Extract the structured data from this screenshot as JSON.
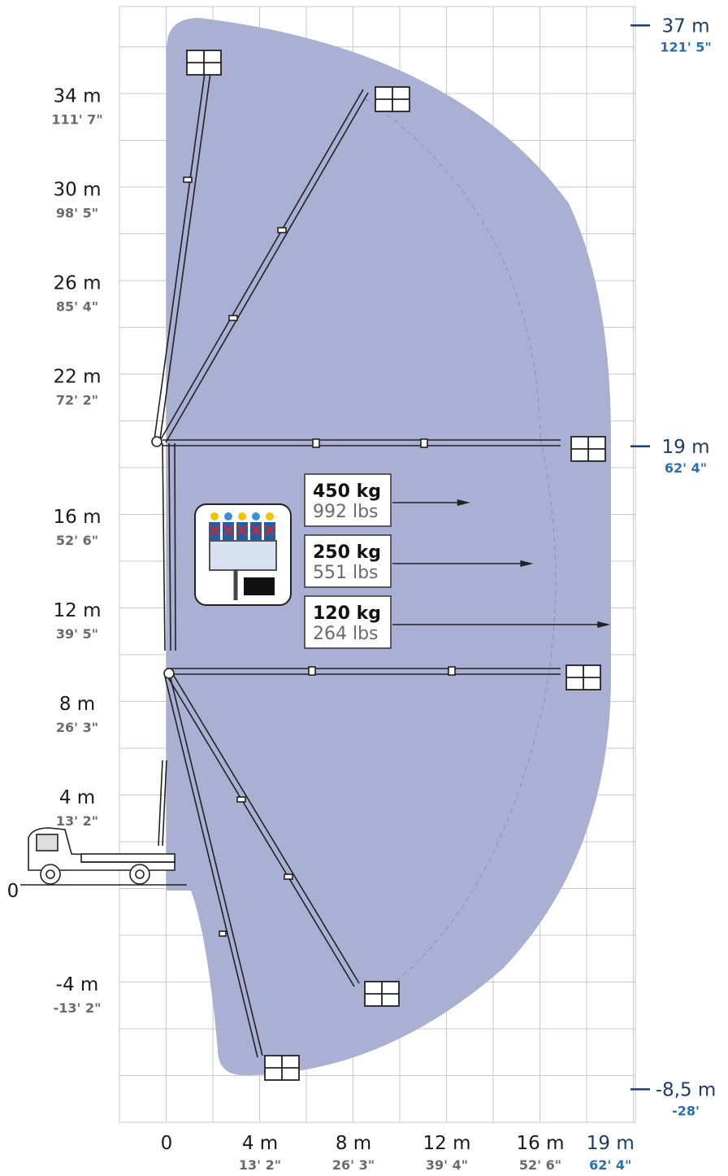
{
  "colors": {
    "envelope": "#aab0d3",
    "grid": "#c9c9c9",
    "boom": "#222222",
    "accent_blue": "#1c3d6b",
    "accent_blue_light": "#2a6fb0"
  },
  "origin_label": "0",
  "left_labels": [
    {
      "main": "34 m",
      "sub": "111' 7\"",
      "height_m": 34
    },
    {
      "main": "30 m",
      "sub": "98' 5\"",
      "height_m": 30
    },
    {
      "main": "26 m",
      "sub": "85' 4\"",
      "height_m": 26
    },
    {
      "main": "22 m",
      "sub": "72' 2\"",
      "height_m": 22
    },
    {
      "main": "16 m",
      "sub": "52' 6\"",
      "height_m": 16
    },
    {
      "main": "12 m",
      "sub": "39' 5\"",
      "height_m": 12
    },
    {
      "main": "8 m",
      "sub": "26' 3\"",
      "height_m": 8
    },
    {
      "main": "4 m",
      "sub": "13' 2\"",
      "height_m": 4
    },
    {
      "main": "-4 m",
      "sub": "-13' 2\"",
      "height_m": -4
    }
  ],
  "right_labels": [
    {
      "main": "37 m",
      "sub": "121' 5\"",
      "height_m": 37
    },
    {
      "main": "19 m",
      "sub": "62' 4\"",
      "height_m": 19
    },
    {
      "main": "-8,5 m",
      "sub": "-28'",
      "height_m": -8.5
    }
  ],
  "bottom_labels": [
    {
      "main": "0",
      "sub": "",
      "reach_m": 0,
      "blue": false
    },
    {
      "main": "4 m",
      "sub": "13' 2\"",
      "reach_m": 4,
      "blue": false
    },
    {
      "main": "8 m",
      "sub": "26' 3\"",
      "reach_m": 8,
      "blue": false
    },
    {
      "main": "12 m",
      "sub": "39' 4\"",
      "reach_m": 12,
      "blue": false
    },
    {
      "main": "16 m",
      "sub": "52' 6\"",
      "reach_m": 16,
      "blue": false
    },
    {
      "main": "19 m",
      "sub": "62' 4\"",
      "reach_m": 19,
      "blue": true
    }
  ],
  "loads": [
    {
      "kg": "450 kg",
      "lbs": "992 lbs",
      "max_reach_m": 13
    },
    {
      "kg": "250 kg",
      "lbs": "551 lbs",
      "max_reach_m": 15.7
    },
    {
      "kg": "120 kg",
      "lbs": "264 lbs",
      "max_reach_m": 19
    }
  ],
  "icon": {
    "name": "five-person-platform-icon"
  }
}
